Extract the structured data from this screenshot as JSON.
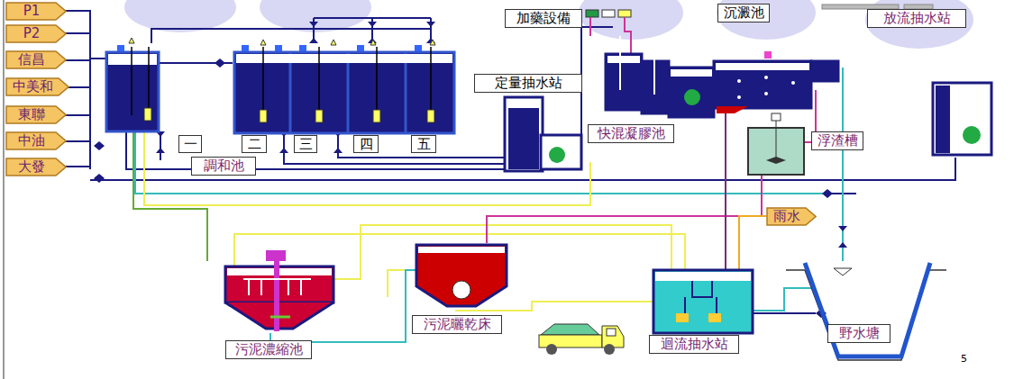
{
  "diagram": {
    "nodes": [
      {
        "text": [
          "P1"
        ]
      },
      {
        "text": [
          "P2"
        ]
      },
      {
        "text": [
          "信昌"
        ]
      },
      {
        "text": [
          "中美和"
        ]
      },
      {
        "text": [
          "東聯"
        ]
      },
      {
        "text": [
          "中油"
        ]
      },
      {
        "text": [
          "大發"
        ]
      },
      {
        "text": [
          "加藥設備"
        ]
      },
      {
        "text": [
          "沉澱池"
        ]
      },
      {
        "text": [
          "放流抽水站"
        ]
      },
      {
        "text": [
          "定量抽水站"
        ]
      },
      {
        "text": [
          "快混凝膠池"
        ]
      },
      {
        "text": [
          "浮渣槽"
        ]
      },
      {
        "text": [
          "一"
        ]
      },
      {
        "text": [
          "二"
        ]
      },
      {
        "text": [
          "三"
        ]
      },
      {
        "text": [
          "四"
        ]
      },
      {
        "text": [
          "五"
        ]
      },
      {
        "text": [
          "調和池"
        ]
      },
      {
        "text": [
          "雨水"
        ]
      },
      {
        "text": [
          "污泥曬乾床"
        ]
      },
      {
        "text": [
          "迴流抽水站"
        ]
      },
      {
        "text": [
          "野水塘"
        ]
      },
      {
        "text": [
          "污泥濃縮池"
        ]
      }
    ],
    "labels": [
      "5"
    ]
  }
}
